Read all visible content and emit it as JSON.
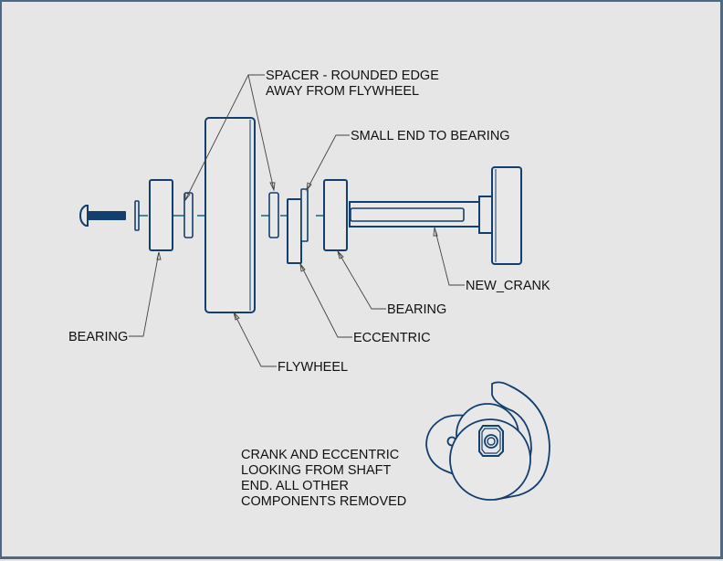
{
  "drawing": {
    "title": "Exploded assembly: flywheel, bearings, eccentric and crank",
    "colors": {
      "background": "#e6e6e6",
      "border": "#4a6a8a",
      "part_outline": "#123f6e",
      "centerline": "#1f6f8f",
      "leader": "#444444",
      "text": "#111111"
    },
    "callouts": {
      "spacer_line1": "SPACER - ROUNDED EDGE",
      "spacer_line2": "AWAY FROM FLYWHEEL",
      "small_end": "SMALL END TO BEARING",
      "new_crank": "NEW_CRANK",
      "bearing_right": "BEARING",
      "bearing_left": "BEARING",
      "eccentric": "ECCENTRIC",
      "flywheel": "FLYWHEEL"
    },
    "end_view_note": [
      "CRANK AND ECCENTRIC",
      "LOOKING FROM SHAFT",
      "END.  ALL OTHER",
      "COMPONENTS REMOVED"
    ]
  }
}
